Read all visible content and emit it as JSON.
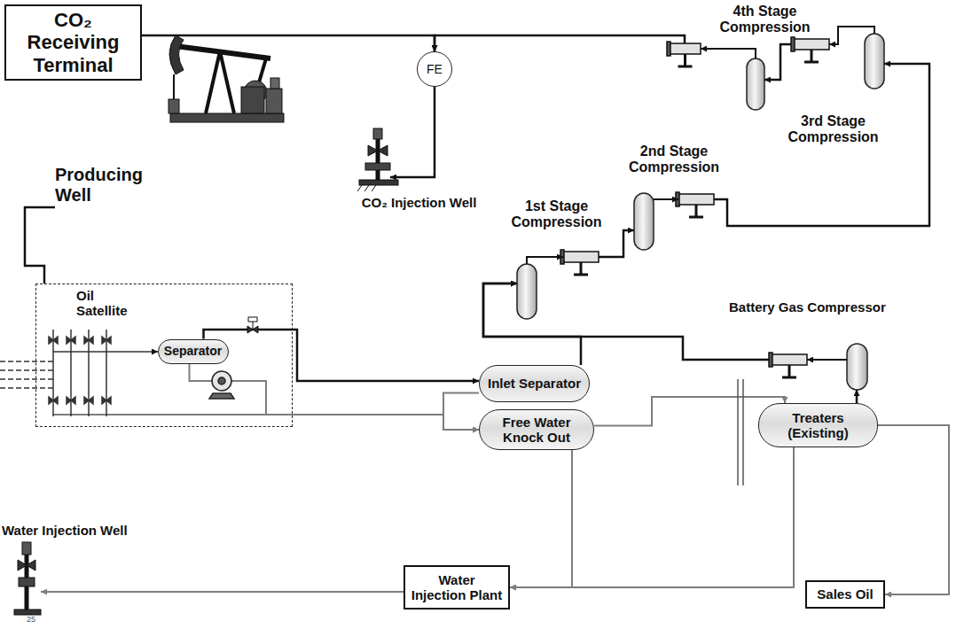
{
  "diagram": {
    "nodes": [
      {
        "text": [
          "CO₂ Receiving Terminal"
        ]
      },
      {
        "text": [
          "Producing Well"
        ]
      },
      {
        "text": [
          "FE"
        ]
      },
      {
        "text": [
          "CO₂ Injection Well"
        ]
      },
      {
        "text": [
          "4th Stage Compression"
        ]
      },
      {
        "text": [
          "3rd Stage Compression"
        ]
      },
      {
        "text": [
          "2nd Stage Compression"
        ]
      },
      {
        "text": [
          "1st Stage Compression"
        ]
      },
      {
        "text": [
          "Oil Satellite"
        ]
      },
      {
        "text": [
          "Separator"
        ],
        "in": 8
      },
      {
        "text": [
          "Battery Gas Compressor"
        ]
      },
      {
        "text": [
          "Inlet Separator"
        ]
      },
      {
        "text": [
          "Free Water Knock Out"
        ]
      },
      {
        "text": [
          "Treaters (Existing)"
        ]
      },
      {
        "text": [
          "Water Injection Well"
        ]
      },
      {
        "text": [
          "Water Injection Plant"
        ]
      },
      {
        "text": [
          "Sales Oil"
        ]
      }
    ],
    "edges": [
      {
        "from": 0,
        "to": 2,
        "arrow": "to"
      },
      {
        "from": 4,
        "to": 2,
        "arrow": "to"
      },
      {
        "from": 2,
        "to": 3,
        "arrow": "to"
      },
      {
        "from": 1,
        "to": 8,
        "arrow": "none"
      },
      {
        "from": 9,
        "to": 11,
        "arrow": "to"
      },
      {
        "from": 9,
        "to": 12,
        "arrow": "to"
      },
      {
        "from": 11,
        "to": 12,
        "arrow": "to"
      },
      {
        "from": 11,
        "to": 7,
        "arrow": "to"
      },
      {
        "from": 10,
        "to": 7,
        "arrow": "to"
      },
      {
        "from": 7,
        "to": 6,
        "arrow": "to"
      },
      {
        "from": 6,
        "to": 5,
        "arrow": "to"
      },
      {
        "from": 5,
        "to": 4,
        "arrow": "to"
      },
      {
        "from": 12,
        "to": 13,
        "arrow": "to"
      },
      {
        "from": 13,
        "to": 10,
        "arrow": "to"
      },
      {
        "from": 12,
        "to": 15,
        "arrow": "to"
      },
      {
        "from": 13,
        "to": 15,
        "arrow": "to"
      },
      {
        "from": 13,
        "to": 16,
        "arrow": "to"
      },
      {
        "from": 15,
        "to": 14,
        "arrow": "to"
      }
    ],
    "labels": [
      "25"
    ]
  }
}
